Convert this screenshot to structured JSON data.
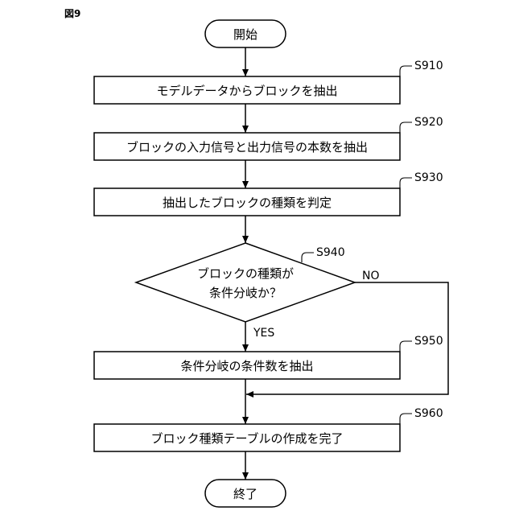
{
  "figure_label": "図9",
  "flowchart": {
    "start": "開始",
    "steps": [
      {
        "id": "S910",
        "label": "モデルデータからブロックを抽出"
      },
      {
        "id": "S920",
        "label": "ブロックの入力信号と出力信号の本数を抽出"
      },
      {
        "id": "S930",
        "label": "抽出したブロックの種類を判定"
      }
    ],
    "decision": {
      "id": "S940",
      "line1": "ブロックの種類が",
      "line2": "条件分岐か？",
      "yes_label": "YES",
      "no_label": "NO"
    },
    "step_s950": {
      "id": "S950",
      "label": "条件分岐の条件数を抽出"
    },
    "step_s960": {
      "id": "S960",
      "label": "ブロック種類テーブルの作成を完了"
    },
    "end": "終了"
  }
}
